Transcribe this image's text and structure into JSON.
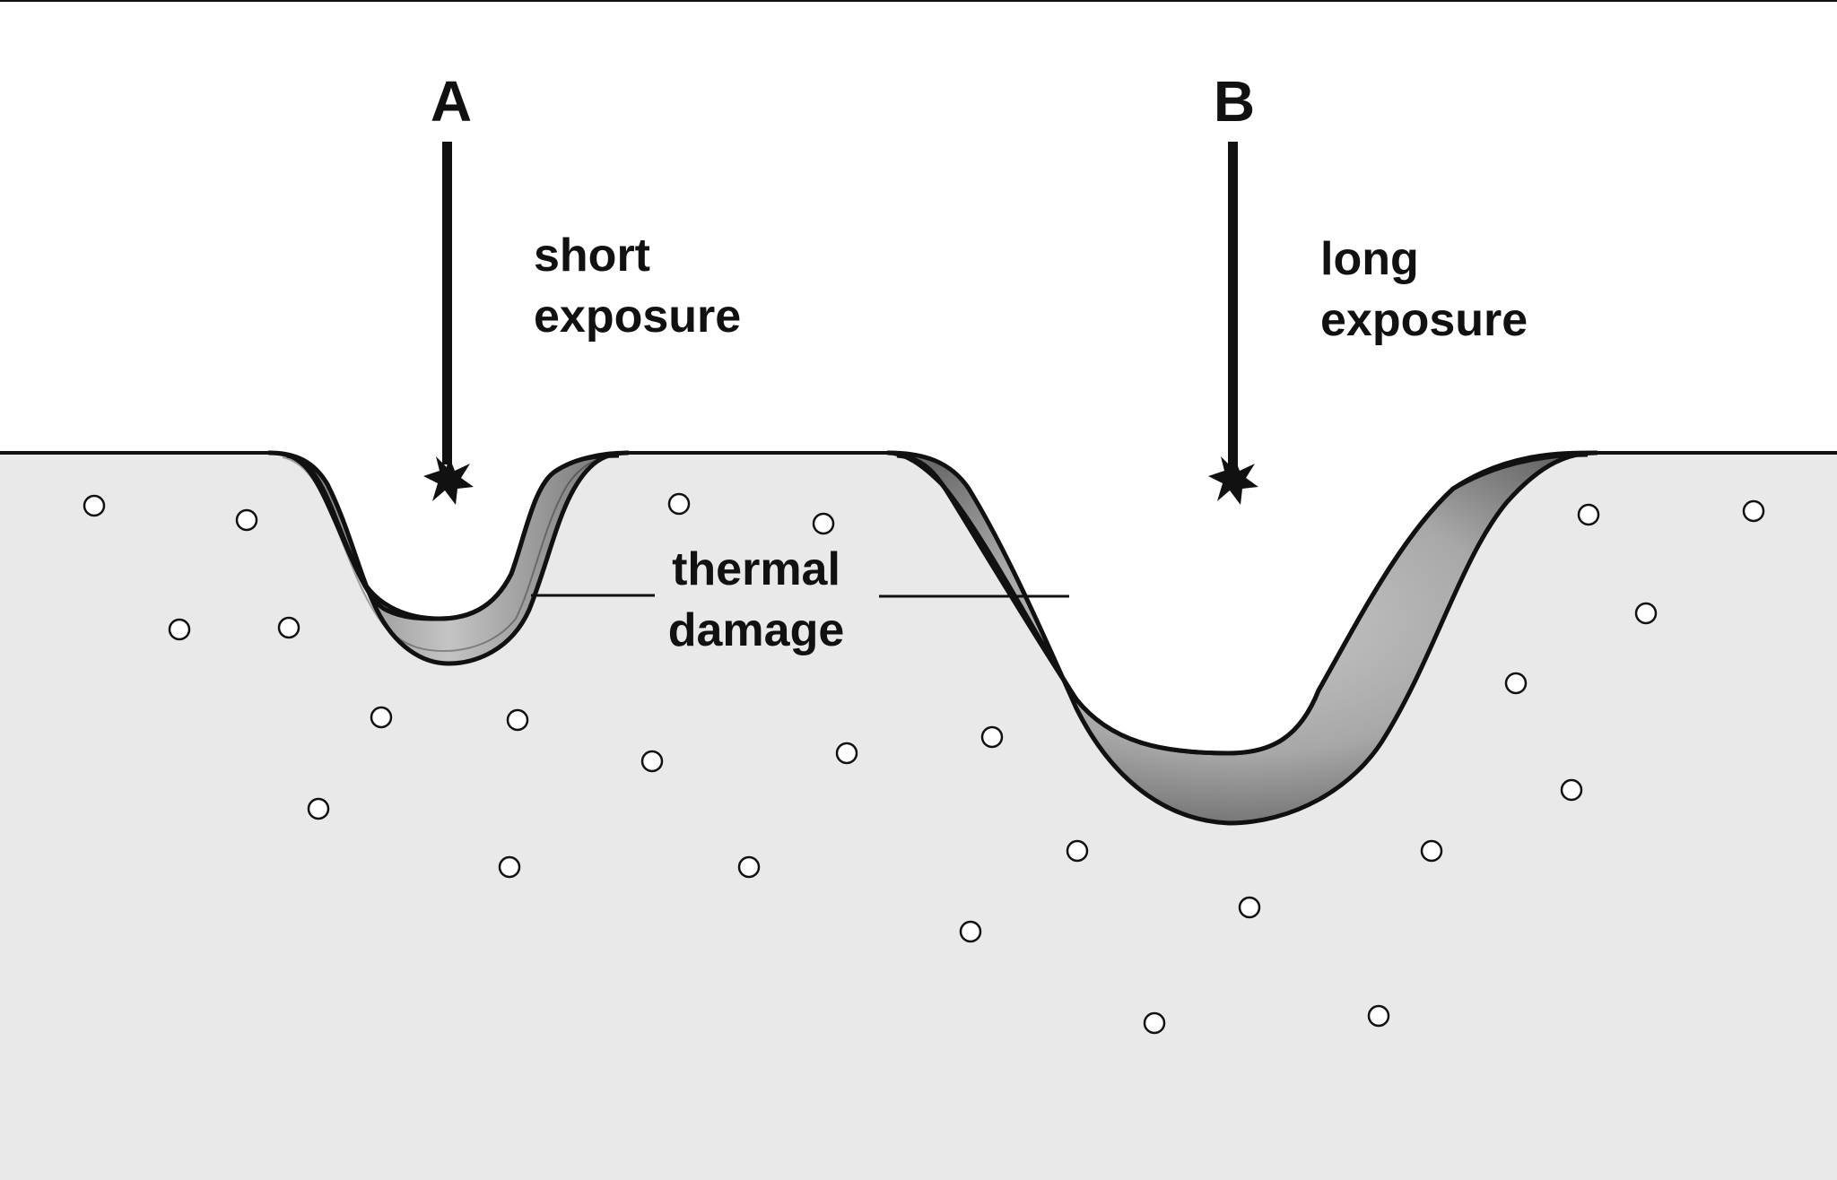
{
  "labels": {
    "a": "A",
    "b": "B",
    "short_line1": "short",
    "short_line2": "exposure",
    "long_line1": "long",
    "long_line2": "exposure",
    "thermal_line1": "thermal",
    "thermal_line2": "damage"
  },
  "colors": {
    "tissue": "#e9e9e9",
    "damage_dark": "#6e6e6e",
    "damage_light": "#c8c8c8",
    "outline": "#111111",
    "background": "#ffffff"
  }
}
